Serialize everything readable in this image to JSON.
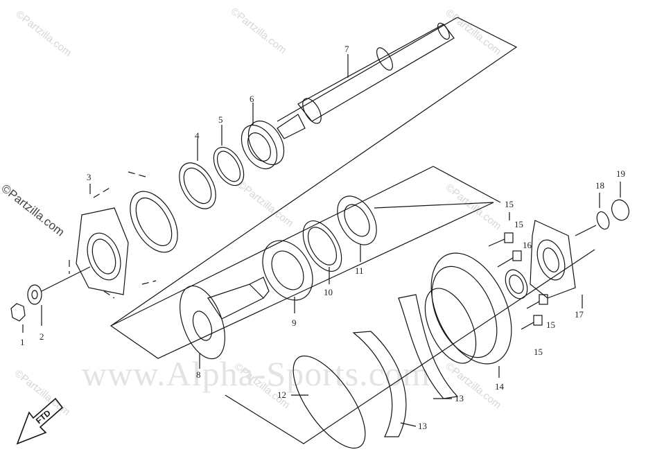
{
  "watermarks": {
    "partzilla": "©Partzilla.com",
    "alpha": "www.Alpha-Sports.com"
  },
  "labels": {
    "p1": "1",
    "p2": "2",
    "p3": "3",
    "p4": "4",
    "p5": "5",
    "p6": "6",
    "p7": "7",
    "p8": "8",
    "p9": "9",
    "p10": "10",
    "p11": "11",
    "p12": "12",
    "p13a": "13",
    "p13b": "13",
    "p14": "14",
    "p15a": "15",
    "p15b": "15",
    "p15c": "15",
    "p15d": "15",
    "p16": "16",
    "p17": "17",
    "p18": "18",
    "p19": "19"
  },
  "arrow": {
    "text": "FTD"
  }
}
